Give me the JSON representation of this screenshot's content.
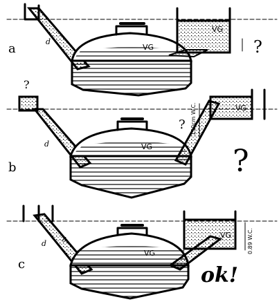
{
  "panels": [
    {
      "id": "a",
      "letter": "a",
      "pipe_label": "d",
      "gas_volume_label_dome": "VG",
      "gas_volume_label_tank": "VG",
      "question": "?"
    },
    {
      "id": "b",
      "letter": "b",
      "pipe_label": "d",
      "gas_volume_label_dome": "VG",
      "gas_volume_label_tank": "VG",
      "question_small_left": "?",
      "question_small_mid": "?",
      "question_big": "?",
      "wc_label": "150cm W.C."
    },
    {
      "id": "c",
      "letter": "c",
      "pipe_label": "d",
      "gas_volume_label_dome": "VG",
      "gas_volume_label_tank": "VG",
      "wc_label": "0.89 W.C.",
      "small_marker": "d",
      "ok_text": "ok!"
    }
  ],
  "colors": {
    "ink": "#000000",
    "paper": "#ffffff"
  }
}
